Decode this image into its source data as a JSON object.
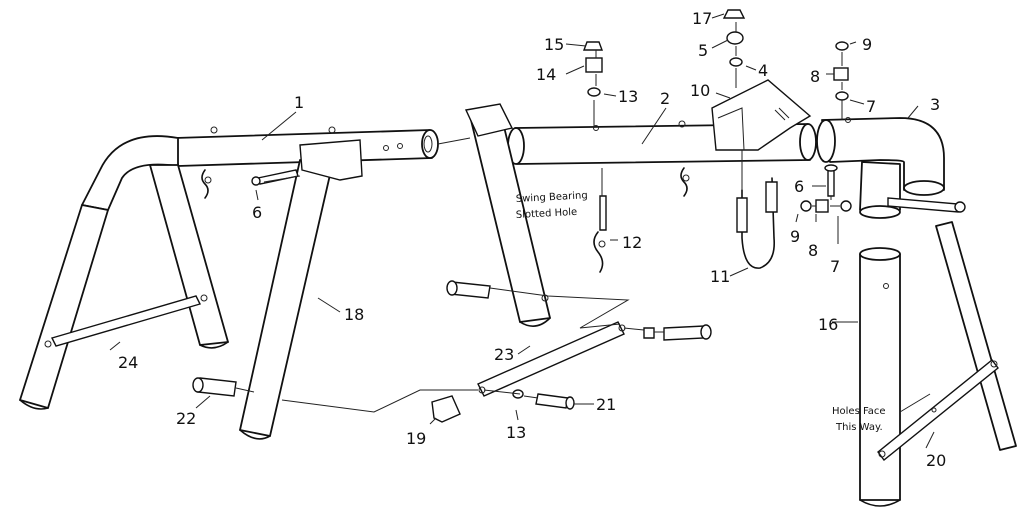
{
  "callouts": {
    "n1": "1",
    "n2": "2",
    "n3": "3",
    "n4": "4",
    "n5": "5",
    "n6a": "6",
    "n6b": "6",
    "n7a": "7",
    "n7b": "7",
    "n8a": "8",
    "n8b": "8",
    "n9a": "9",
    "n9b": "9",
    "n10": "10",
    "n11": "11",
    "n12": "12",
    "n13a": "13",
    "n13b": "13",
    "n14": "14",
    "n15": "15",
    "n16": "16",
    "n17": "17",
    "n18": "18",
    "n19": "19",
    "n20": "20",
    "n21": "21",
    "n22": "22",
    "n23": "23",
    "n24": "24"
  },
  "notes": {
    "swing_bearing_line1": "Swing Bearing",
    "swing_bearing_line2": "Slotted Hole",
    "holes_face_line1": "Holes Face",
    "holes_face_line2": "This Way."
  }
}
